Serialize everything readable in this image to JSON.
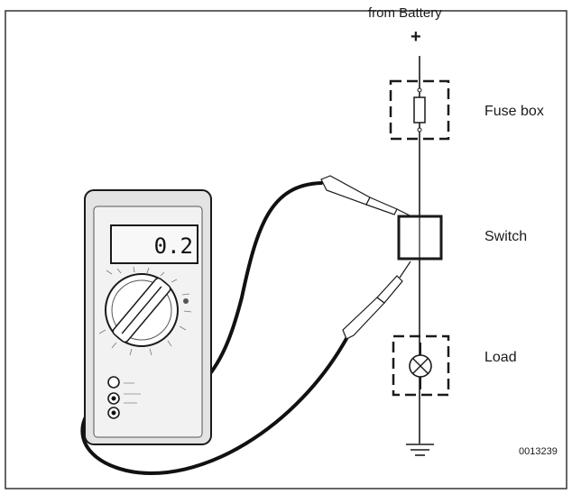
{
  "labels": {
    "source": "from Battery",
    "polarity": "+",
    "fuse_box": "Fuse box",
    "switch": "Switch",
    "load": "Load",
    "figure_code": "0013239"
  },
  "meter": {
    "reading": "0.2"
  },
  "colors": {
    "line": "#1a1a1a",
    "meter_body": "#e6e6e6",
    "meter_panel": "#f3f3f3",
    "lcd": "#f7f7f7"
  }
}
